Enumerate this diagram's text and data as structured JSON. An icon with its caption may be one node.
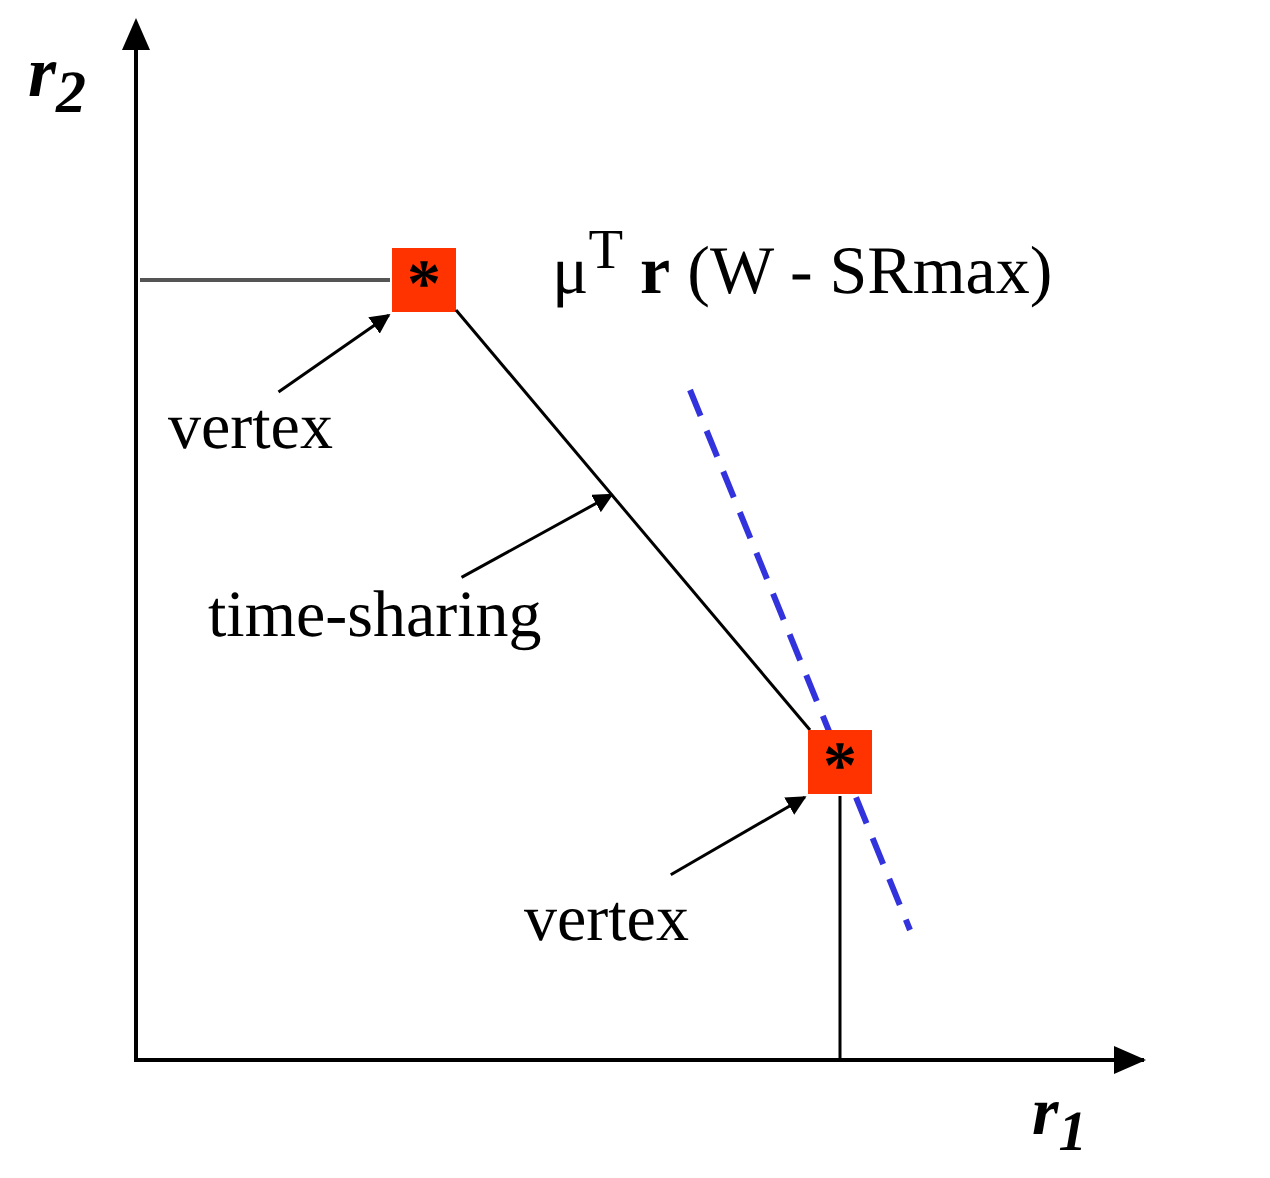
{
  "diagram": {
    "nodes": [
      {
        "text": [
          "vertex"
        ]
      },
      {
        "text": [
          "*"
        ]
      },
      {
        "text": [
          "time-sharing"
        ]
      },
      {
        "text": [],
        "shape": "line"
      },
      {
        "text": [
          "vertex"
        ]
      },
      {
        "text": [
          "*"
        ]
      }
    ],
    "edges": [
      {
        "from": 0,
        "to": 1,
        "arrow": "to"
      },
      {
        "from": 2,
        "to": 3,
        "arrow": "to"
      },
      {
        "from": 4,
        "to": 5,
        "arrow": "to"
      }
    ],
    "labels": [
      "r$_{2}$",
      "μ$^{T}$ **r** (W - SRmax)",
      "r$_{1}$"
    ]
  }
}
